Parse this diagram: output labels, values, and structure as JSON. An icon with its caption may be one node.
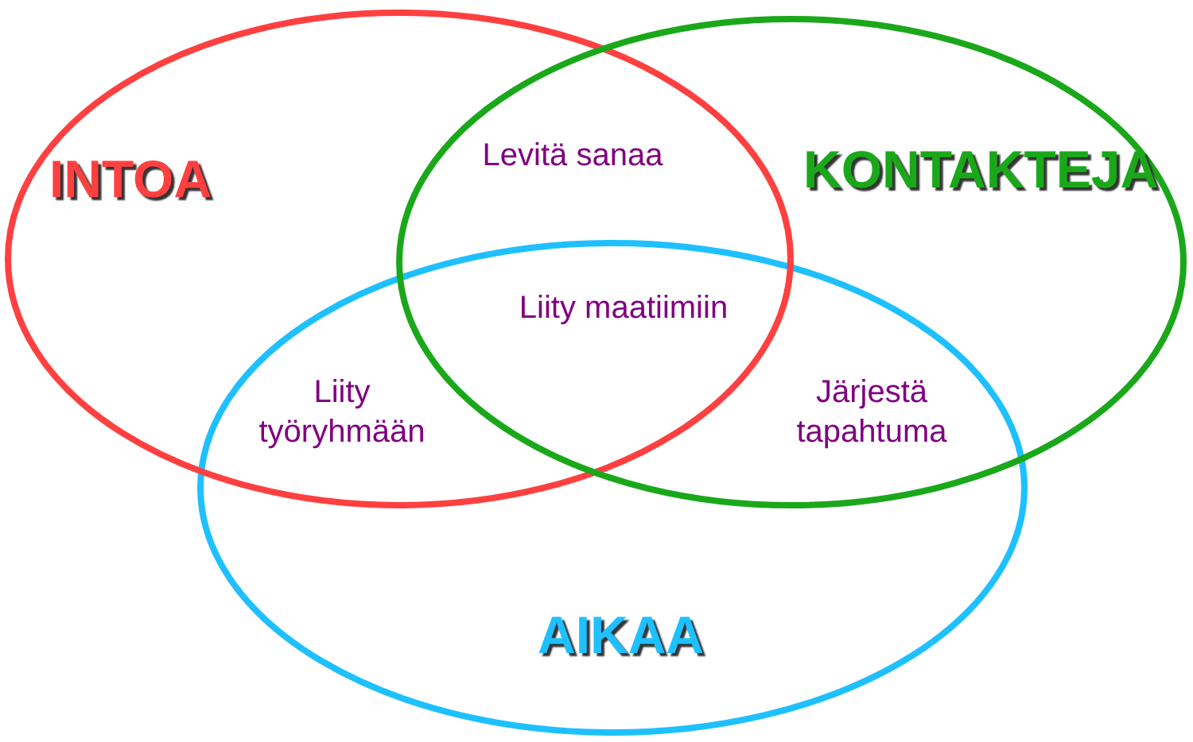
{
  "diagram": {
    "nodes": [
      {
        "text": [
          "INTOA"
        ]
      },
      {
        "text": [
          "KONTAKTEJA"
        ]
      },
      {
        "text": [
          "AIKAA"
        ]
      }
    ],
    "labels": [
      "Levitä sanaa",
      "Liity maatiimiin",
      "Liity työryhmään",
      "Järjestä tapahtuma"
    ]
  }
}
